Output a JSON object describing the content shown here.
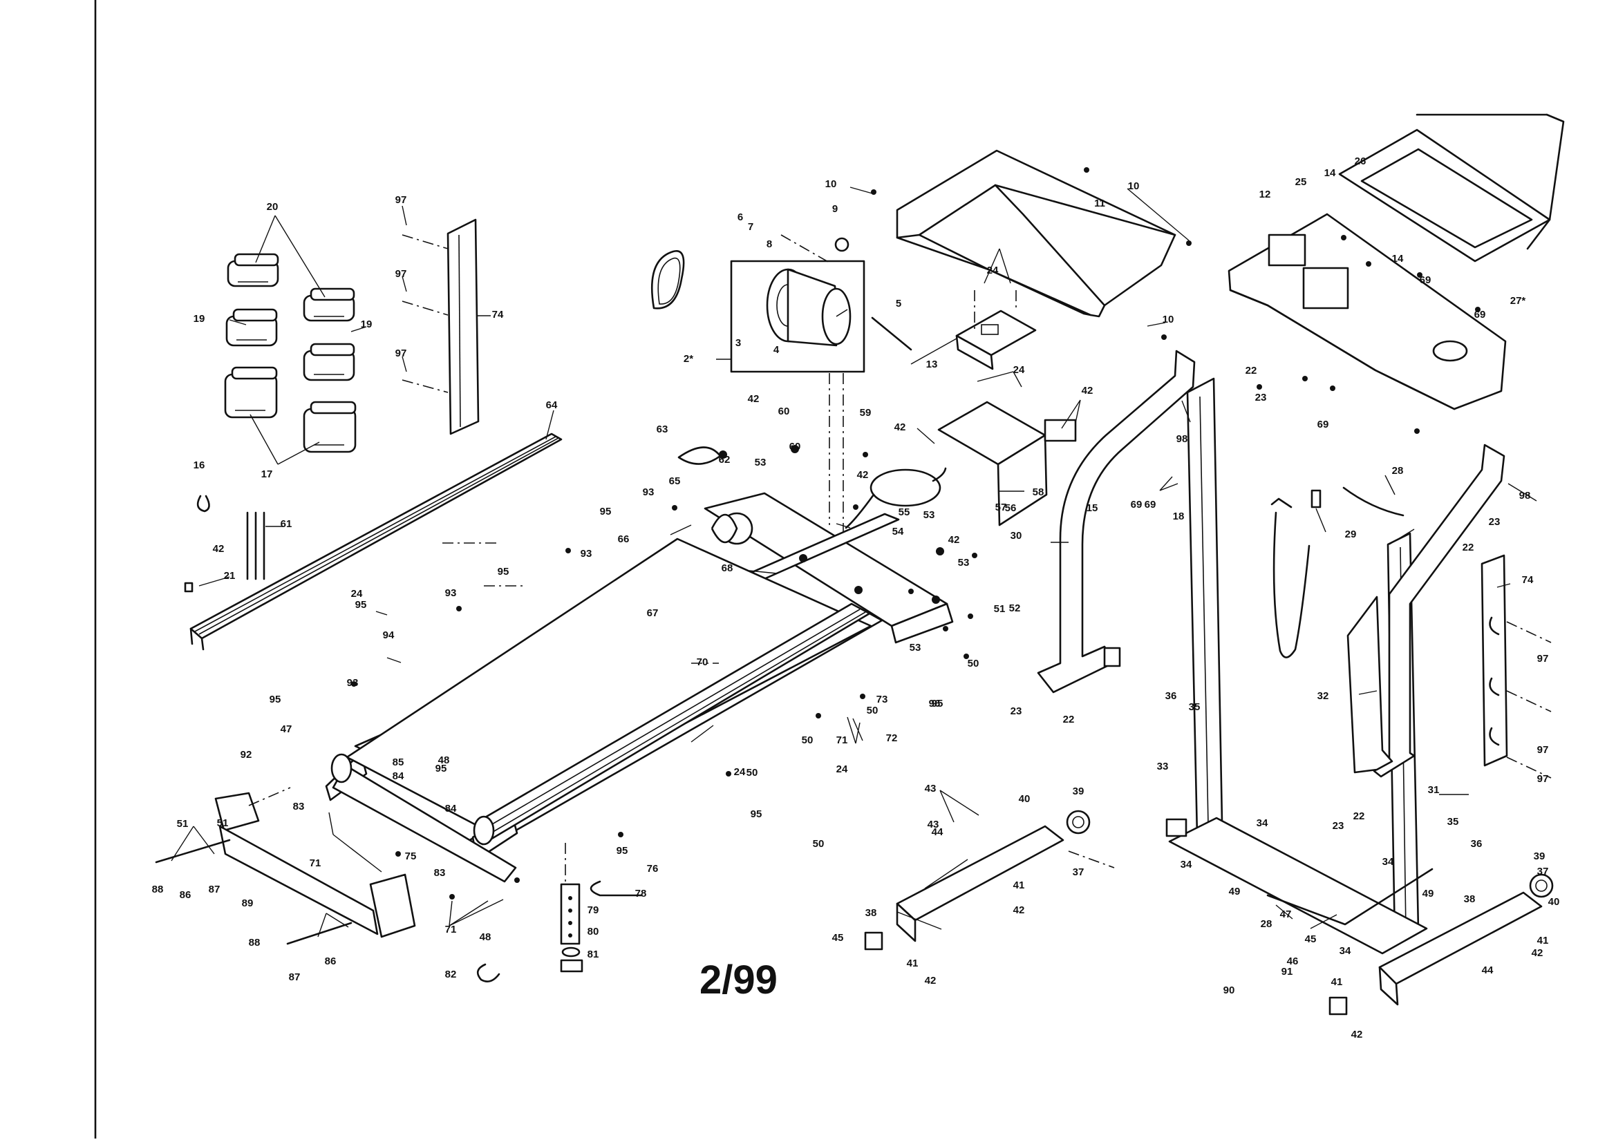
{
  "document": {
    "revision_date": "2/99"
  },
  "callouts": [
    {
      "t": "2*"
    },
    {
      "t": "3"
    },
    {
      "t": "4"
    },
    {
      "t": "5"
    },
    {
      "t": "6"
    },
    {
      "t": "7"
    },
    {
      "t": "8"
    },
    {
      "t": "9"
    },
    {
      "t": "10"
    },
    {
      "t": "10"
    },
    {
      "t": "10"
    },
    {
      "t": "11"
    },
    {
      "t": "12"
    },
    {
      "t": "13"
    },
    {
      "t": "14"
    },
    {
      "t": "14"
    },
    {
      "t": "15"
    },
    {
      "t": "16"
    },
    {
      "t": "17"
    },
    {
      "t": "18"
    },
    {
      "t": "19"
    },
    {
      "t": "19"
    },
    {
      "t": "20"
    },
    {
      "t": "21"
    },
    {
      "t": "22"
    },
    {
      "t": "22"
    },
    {
      "t": "22"
    },
    {
      "t": "22"
    },
    {
      "t": "23"
    },
    {
      "t": "23"
    },
    {
      "t": "23"
    },
    {
      "t": "23"
    },
    {
      "t": "24"
    },
    {
      "t": "24"
    },
    {
      "t": "24"
    },
    {
      "t": "24"
    },
    {
      "t": "24"
    },
    {
      "t": "25"
    },
    {
      "t": "26"
    },
    {
      "t": "27*"
    },
    {
      "t": "28"
    },
    {
      "t": "28"
    },
    {
      "t": "29"
    },
    {
      "t": "30"
    },
    {
      "t": "31"
    },
    {
      "t": "32"
    },
    {
      "t": "33"
    },
    {
      "t": "34"
    },
    {
      "t": "34"
    },
    {
      "t": "34"
    },
    {
      "t": "34"
    },
    {
      "t": "35"
    },
    {
      "t": "35"
    },
    {
      "t": "36"
    },
    {
      "t": "36"
    },
    {
      "t": "37"
    },
    {
      "t": "37"
    },
    {
      "t": "38"
    },
    {
      "t": "38"
    },
    {
      "t": "39"
    },
    {
      "t": "39"
    },
    {
      "t": "40"
    },
    {
      "t": "40"
    },
    {
      "t": "41"
    },
    {
      "t": "41"
    },
    {
      "t": "41"
    },
    {
      "t": "41"
    },
    {
      "t": "42"
    },
    {
      "t": "42"
    },
    {
      "t": "42"
    },
    {
      "t": "42"
    },
    {
      "t": "42"
    },
    {
      "t": "42"
    },
    {
      "t": "42"
    },
    {
      "t": "42"
    },
    {
      "t": "42"
    },
    {
      "t": "42"
    },
    {
      "t": "43"
    },
    {
      "t": "43"
    },
    {
      "t": "44"
    },
    {
      "t": "44"
    },
    {
      "t": "45"
    },
    {
      "t": "45"
    },
    {
      "t": "46"
    },
    {
      "t": "47"
    },
    {
      "t": "47"
    },
    {
      "t": "48"
    },
    {
      "t": "48"
    },
    {
      "t": "49"
    },
    {
      "t": "49"
    },
    {
      "t": "50"
    },
    {
      "t": "50"
    },
    {
      "t": "50"
    },
    {
      "t": "50"
    },
    {
      "t": "50"
    },
    {
      "t": "51"
    },
    {
      "t": "51"
    },
    {
      "t": "51"
    },
    {
      "t": "52"
    },
    {
      "t": "53"
    },
    {
      "t": "53"
    },
    {
      "t": "53"
    },
    {
      "t": "53"
    },
    {
      "t": "54"
    },
    {
      "t": "55"
    },
    {
      "t": "56"
    },
    {
      "t": "57"
    },
    {
      "t": "58"
    },
    {
      "t": "59"
    },
    {
      "t": "60"
    },
    {
      "t": "60"
    },
    {
      "t": "61"
    },
    {
      "t": "62"
    },
    {
      "t": "63"
    },
    {
      "t": "64"
    },
    {
      "t": "65"
    },
    {
      "t": "66"
    },
    {
      "t": "67"
    },
    {
      "t": "68"
    },
    {
      "t": "69"
    },
    {
      "t": "69"
    },
    {
      "t": "69"
    },
    {
      "t": "69"
    },
    {
      "t": "69"
    },
    {
      "t": "70"
    },
    {
      "t": "71"
    },
    {
      "t": "71"
    },
    {
      "t": "71"
    },
    {
      "t": "72"
    },
    {
      "t": "73"
    },
    {
      "t": "74"
    },
    {
      "t": "74"
    },
    {
      "t": "75"
    },
    {
      "t": "76"
    },
    {
      "t": "78"
    },
    {
      "t": "79"
    },
    {
      "t": "80"
    },
    {
      "t": "81"
    },
    {
      "t": "82"
    },
    {
      "t": "83"
    },
    {
      "t": "83"
    },
    {
      "t": "84"
    },
    {
      "t": "84"
    },
    {
      "t": "85"
    },
    {
      "t": "86"
    },
    {
      "t": "86"
    },
    {
      "t": "87"
    },
    {
      "t": "87"
    },
    {
      "t": "88"
    },
    {
      "t": "88"
    },
    {
      "t": "89"
    },
    {
      "t": "90"
    },
    {
      "t": "91"
    },
    {
      "t": "92"
    },
    {
      "t": "93"
    },
    {
      "t": "93"
    },
    {
      "t": "93"
    },
    {
      "t": "93"
    },
    {
      "t": "94"
    },
    {
      "t": "95"
    },
    {
      "t": "95"
    },
    {
      "t": "95"
    },
    {
      "t": "95"
    },
    {
      "t": "95"
    },
    {
      "t": "95"
    },
    {
      "t": "95"
    },
    {
      "t": "95"
    },
    {
      "t": "96"
    },
    {
      "t": "97"
    },
    {
      "t": "97"
    },
    {
      "t": "97"
    },
    {
      "t": "97"
    },
    {
      "t": "97"
    },
    {
      "t": "97"
    },
    {
      "t": "98"
    },
    {
      "t": "98"
    }
  ]
}
